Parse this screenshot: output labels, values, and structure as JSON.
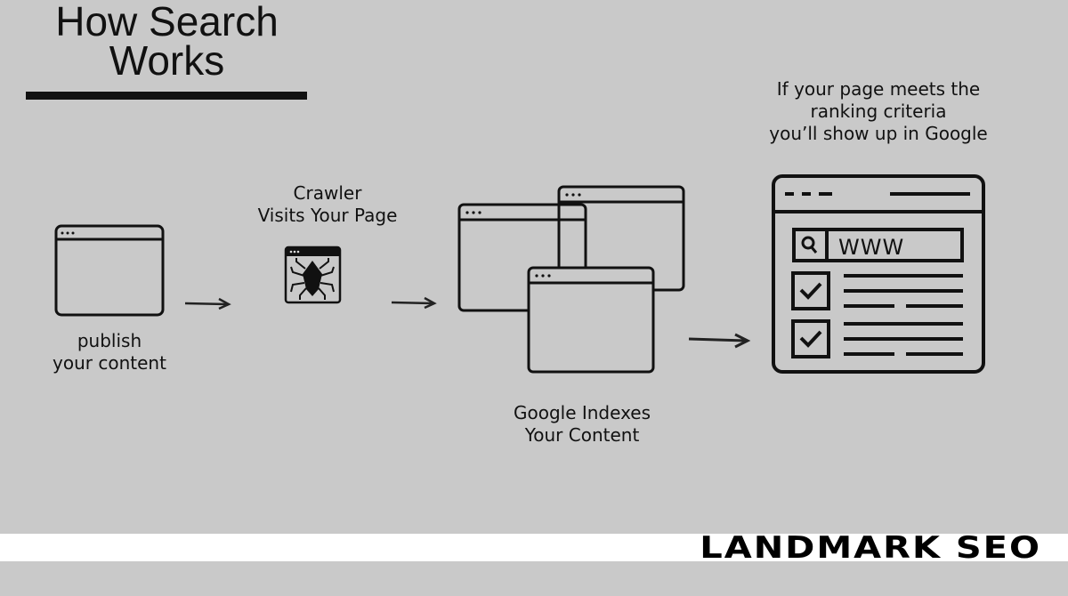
{
  "title": {
    "line1": "How Search",
    "line2": "Works"
  },
  "steps": {
    "publish": {
      "line1": "publish",
      "line2": "your content"
    },
    "crawler": {
      "line1": "Crawler",
      "line2": "Visits Your Page"
    },
    "index": {
      "line1": "Google Indexes",
      "line2": "Your Content"
    },
    "result": {
      "line1": "If your page meets the",
      "line2": "ranking criteria",
      "line3": "you’ll show up in Google"
    }
  },
  "search_box_text": "WWW",
  "logo": "LANDMARK SEO",
  "icons": [
    "browser-window-icon",
    "spider-bot-icon",
    "stacked-windows-icon",
    "search-results-icon",
    "arrow-icon"
  ]
}
